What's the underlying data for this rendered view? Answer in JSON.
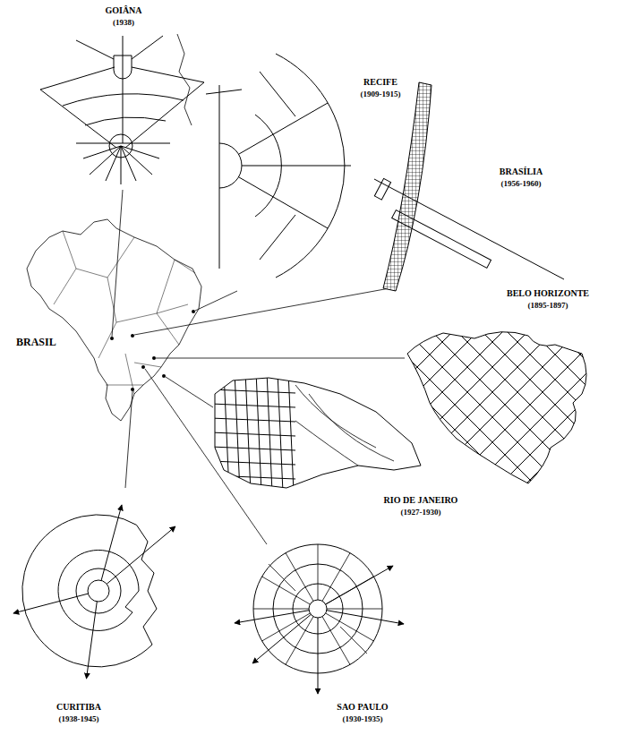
{
  "diagram": {
    "labels": [
      "GOIÂNA",
      "(1938)",
      "RECIFE",
      "(1909-1915)",
      "BRASÍLIA",
      "(1956-1960)",
      "BELO HORIZONTE",
      "(1895-1897)",
      "RIO DE JANEIRO",
      "(1927-1930)",
      "SAO PAULO",
      "(1930-1935)",
      "CURITIBA",
      "(1938-1945)",
      "BRASIL"
    ]
  }
}
